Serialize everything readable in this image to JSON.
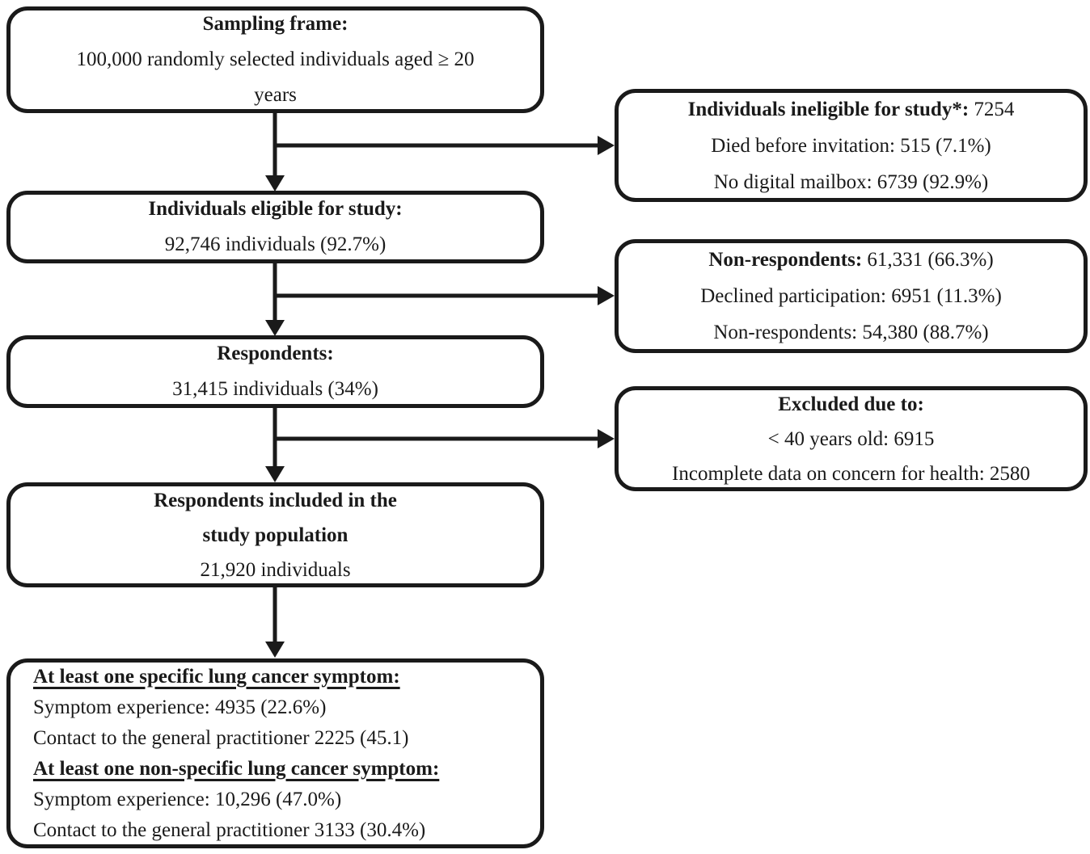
{
  "colors": {
    "line": "#1a1a1a",
    "box_border": "#1a1a1a",
    "text": "#1a1a1a",
    "background": "#ffffff"
  },
  "flowchart": {
    "left_boxes": [
      {
        "title": "Sampling frame:",
        "body": "100,000 randomly selected individuals aged ≥ 20\nyears"
      },
      {
        "title": "Individuals eligible for study:",
        "body": "92,746 individuals (92.7%)"
      },
      {
        "title": "Respondents:",
        "body": "31,415 individuals (34%)"
      },
      {
        "title": "Respondents included in the\nstudy population",
        "body": "21,920 individuals"
      }
    ],
    "right_boxes": [
      {
        "title_bold": "Individuals ineligible for study*:",
        "title_rest": " 7254",
        "body": "Died before invitation: 515 (7.1%)\nNo digital mailbox: 6739 (92.9%)"
      },
      {
        "title_bold": "Non-respondents:",
        "title_rest": " 61,331 (66.3%)",
        "body": "Declined participation: 6951 (11.3%)\nNon-respondents: 54,380 (88.7%)"
      },
      {
        "title_bold": "Excluded due to:",
        "title_rest": "",
        "body": "< 40 years old: 6915\nIncomplete data on concern for health: 2580"
      }
    ],
    "final_box": {
      "sections": [
        {
          "header": "At least one specific lung cancer symptom:",
          "body": "Symptom experience: 4935 (22.6%)\nContact to the general practitioner 2225 (45.1)"
        },
        {
          "header": "At least one non-specific lung cancer symptom:",
          "body": "Symptom experience: 10,296 (47.0%)\nContact to the general practitioner 3133 (30.4%)"
        }
      ]
    }
  }
}
